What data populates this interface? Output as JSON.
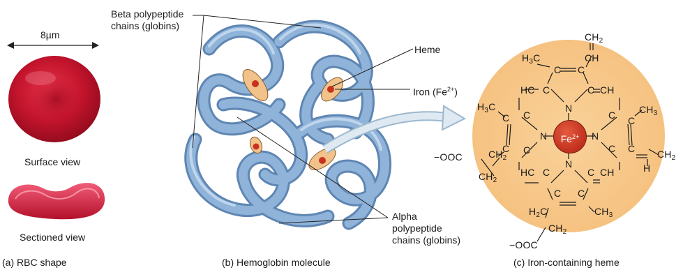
{
  "rbc": {
    "scale": "8µm",
    "surface": "Surface view",
    "sectioned": "Sectioned view",
    "caption": "(a) RBC shape"
  },
  "hemoglobin": {
    "beta_line1": "Beta polypeptide",
    "beta_line2": "chains (globins)",
    "heme": "Heme",
    "iron": "Iron (Fe",
    "iron_charge": "2+",
    "iron_close": ")",
    "alpha_line1": "Alpha",
    "alpha_line2": "polypeptide",
    "alpha_line3": "chains (globins)",
    "caption": "(b) Hemoglobin molecule"
  },
  "heme_structure": {
    "caption": "(c) Iron-containing heme",
    "fe": "Fe",
    "fe_charge": "2+",
    "N": "N",
    "C": "C",
    "CH2": "CH2",
    "CH3": "CH3",
    "H3C": "H3C",
    "CH": "CH",
    "HC": "HC",
    "H": "H",
    "COO": "−OOC",
    "colors": {
      "disc": "#f7c98a",
      "iron": "#c8321f",
      "globin": "#8fb3d9"
    }
  }
}
